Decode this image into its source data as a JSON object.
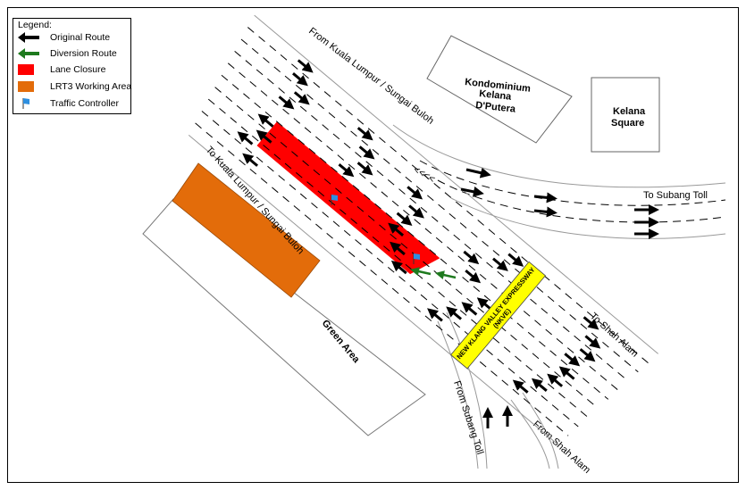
{
  "legend": {
    "title": "Legend:",
    "items": [
      {
        "label": "Original Route",
        "icon": "black-arrow-icon",
        "color": "#000000"
      },
      {
        "label": "Diversion Route",
        "icon": "green-arrow-icon",
        "color": "#1e7a1e"
      },
      {
        "label": "Lane Closure",
        "icon": "red-box",
        "color": "#ff0000"
      },
      {
        "label": "LRT3 Working Area",
        "icon": "orange-box",
        "color": "#e36c0a"
      },
      {
        "label": "Traffic Controller",
        "icon": "flag-icon",
        "color": "#2e8fe0"
      }
    ]
  },
  "labels": {
    "from_kl": "From Kuala Lumpur / Sungai Buloh",
    "to_kl": "To Kuala Lumpur / Sungai Buloh",
    "kondo_1": "Kondominium",
    "kondo_2": "Kelana",
    "kondo_3": "D'Putera",
    "kelana_1": "Kelana",
    "kelana_2": "Square",
    "to_subang": "To Subang Toll",
    "to_shah_alam": "To Shah Alam",
    "from_subang": "From Subang Toll",
    "from_shah_alam": "From Shah Alam",
    "green_area": "Green Area",
    "chevrons": "<<<<",
    "nkve_1": "NEW KLANG VALLEY EXPRESSWAY",
    "nkve_2": "(NKVE)"
  },
  "colors": {
    "closure": "#ff0000",
    "lrt3": "#e36c0a",
    "highway_sign": "#ffff00",
    "diversion": "#1e7a1e",
    "flag": "#2e8fe0"
  }
}
